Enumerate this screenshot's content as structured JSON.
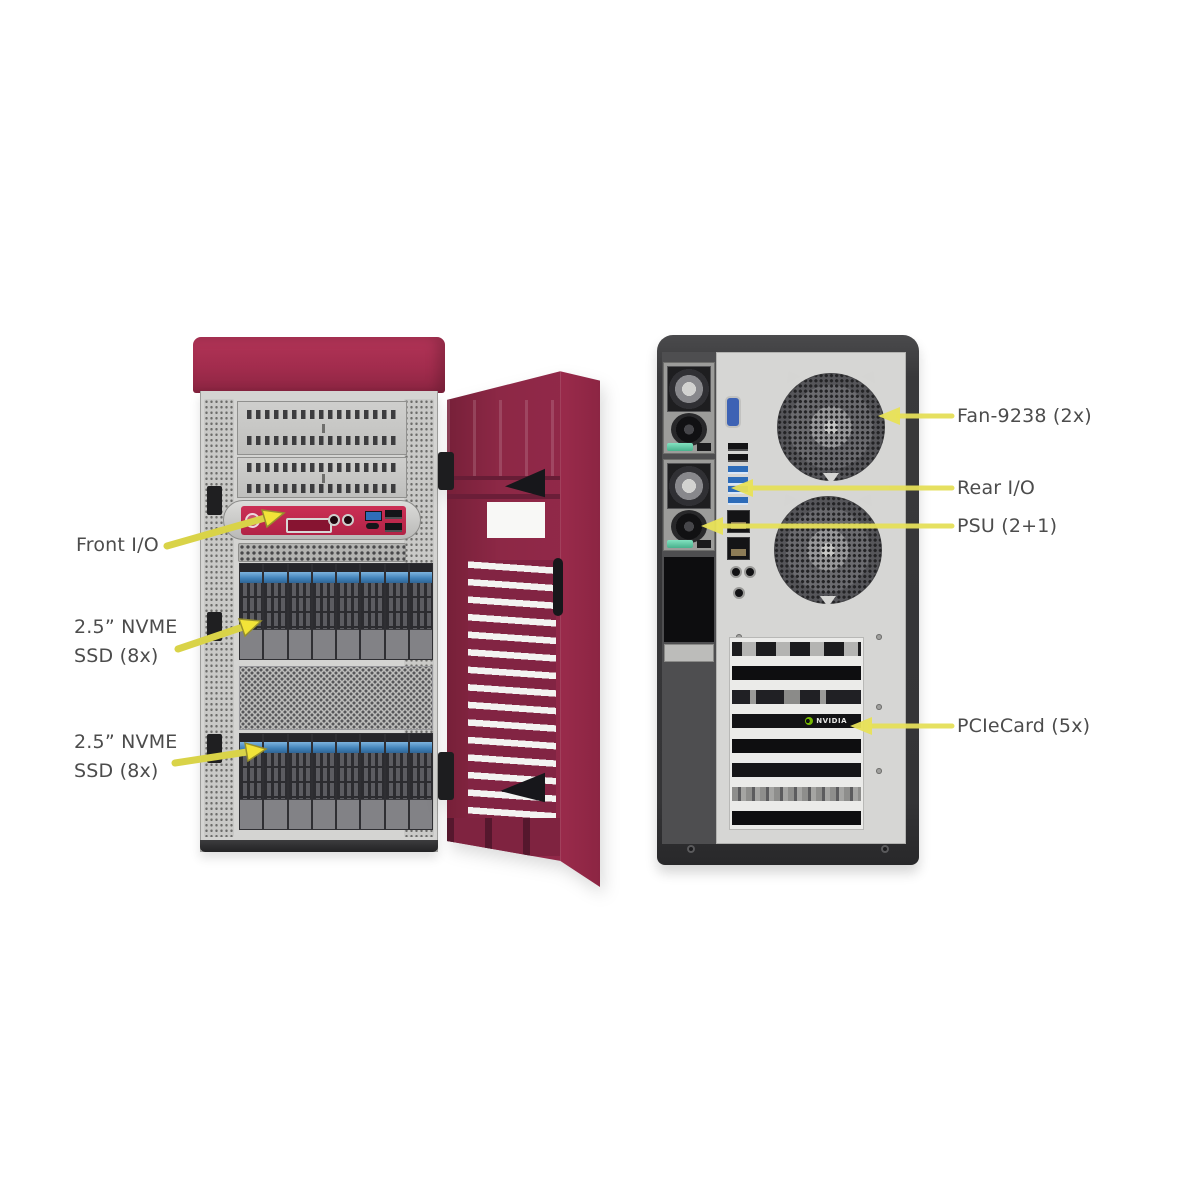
{
  "callouts": {
    "front": [
      {
        "id": "front-io",
        "lines": [
          "Front I/O"
        ]
      },
      {
        "id": "nvme-ssd-top",
        "lines": [
          "2.5” NVME",
          "SSD (8x)"
        ]
      },
      {
        "id": "nvme-ssd-bottom",
        "lines": [
          "2.5” NVME",
          "SSD (8x)"
        ]
      }
    ],
    "rear": [
      {
        "id": "fan",
        "lines": [
          "Fan-9238 (2x)"
        ]
      },
      {
        "id": "rear-io",
        "lines": [
          "Rear I/O"
        ]
      },
      {
        "id": "psu",
        "lines": [
          "PSU (2+1)"
        ]
      },
      {
        "id": "pcie-card",
        "lines": [
          "PCIeCard (5x)"
        ]
      }
    ]
  },
  "rear_view": {
    "gpu_logo_text": "NVIDIA"
  },
  "colors": {
    "chassis_red": "#a22c4d",
    "chassis_silver": "#d4d4d2",
    "rear_frame_dark": "#39393b",
    "callout_yellow": "#e5df58",
    "label_text": "#4c4c4c",
    "drive_latch_blue": "#3f80b6",
    "psu_latch_teal": "#57c7a0",
    "nvidia_green": "#76b900"
  },
  "icons": {
    "callout-arrow": "yellow triangle arrowhead",
    "power-button-icon": "circle ring",
    "nvidia-logo-icon": "green eye dot"
  }
}
